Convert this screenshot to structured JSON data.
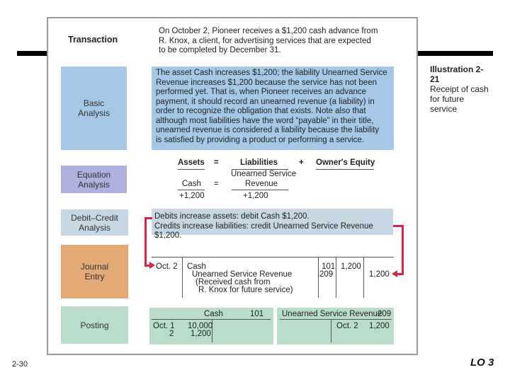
{
  "transaction": {
    "label": "Transaction",
    "text_lines": [
      "On October 2, Pioneer receives a $1,200 cash advance from",
      "R. Knox, a client, for advertising services that are expected",
      "to be completed by December 31."
    ]
  },
  "basic_analysis": {
    "label_lines": [
      "Basic",
      "Analysis"
    ],
    "text_lines": [
      "The asset Cash increases $1,200; the liability Unearned Service",
      "Revenue increases $1,200 because the service has not been",
      "performed yet. That is, when Pioneer receives an advance",
      "payment, it should record an unearned revenue (a liability) in",
      "order to recognize the obligation that exists. Note also that",
      "although most liabilities have the word “payable” in their title,",
      "unearned revenue is considered a liability because the liability",
      "is satisfied by providing a product or performing a service."
    ]
  },
  "equation_analysis": {
    "label_lines": [
      "Equation",
      "Analysis"
    ],
    "assets": "Assets",
    "eq1": "=",
    "liabilities": "Liabilities",
    "plus": "+",
    "owners_equity": "Owner's Equity",
    "cash": "Cash",
    "eq2": "=",
    "unearned_line1": "Unearned Service",
    "unearned_line2": "Revenue",
    "cash_amount": "+1,200",
    "unearned_amount": "+1,200"
  },
  "debit_credit": {
    "label_lines": [
      "Debit–Credit",
      "Analysis"
    ],
    "line1": "Debits increase assets: debit Cash $1,200.",
    "line2": "Credits increase liabilities: credit Unearned Service Revenue $1,200."
  },
  "journal_entry": {
    "label_lines": [
      "Journal",
      "Entry"
    ],
    "date": "Oct. 2",
    "account1": "Cash",
    "account2": "Unearned Service Revenue",
    "explanation1": "(Received cash from",
    "explanation2": "R. Knox for future service)",
    "ref1": "101",
    "ref2": "209",
    "debit": "1,200",
    "credit": "1,200"
  },
  "posting": {
    "label": "Posting",
    "cash_title": "Cash",
    "cash_no": "101",
    "cash_rows": [
      {
        "date": "Oct. 1",
        "amount": "10,000"
      },
      {
        "date": "2",
        "amount": "1,200"
      }
    ],
    "usr_title": "Unearned Service Revenue",
    "usr_no": "209",
    "usr_date": "Oct. 2",
    "usr_amount": "1,200"
  },
  "illustration": {
    "title_line1": "Illustration 2-",
    "title_line2": "21",
    "caption_lines": [
      "Receipt of cash",
      "for future",
      "service"
    ]
  },
  "slide_number": "2-30",
  "lo": "LO 3",
  "colors": {
    "blue": "#a6c8e6",
    "lavender": "#aeb0de",
    "gray_blue": "#c5d7e3",
    "orange": "#e3a976",
    "green": "#b9dccb",
    "arrow_red": "#d8234a"
  }
}
